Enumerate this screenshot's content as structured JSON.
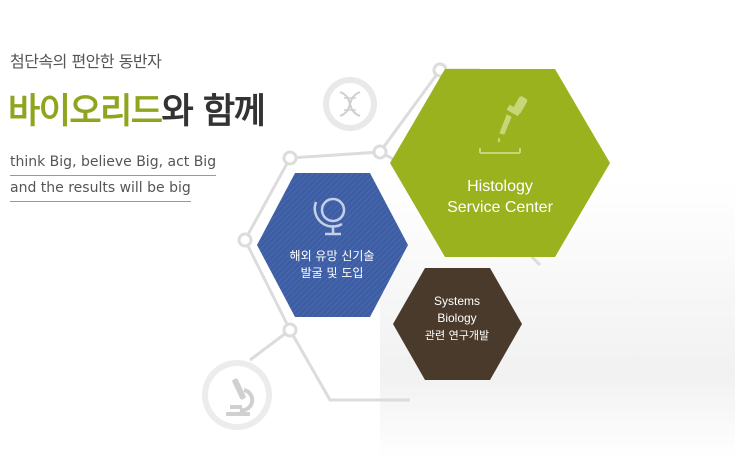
{
  "hero": {
    "subtitle": "첨단속의 편안한 동반자",
    "title_brand": "바이오리드",
    "title_rest": "와 함께",
    "tagline_line1": "think Big, believe Big, act Big",
    "tagline_line2": "and the results will be big"
  },
  "hexagons": {
    "histology": {
      "line1": "Histology",
      "line2": "Service Center",
      "icon": "pipette-icon",
      "color": "#9ab21e"
    },
    "overseas": {
      "line1": "해외 유망 신기술",
      "line2": "발굴 및 도입",
      "icon": "globe-icon",
      "color": "#3d5ea4"
    },
    "systems": {
      "line1": "Systems",
      "line2": "Biology",
      "line3": "관련 연구개발",
      "color": "#4a3a2c"
    }
  },
  "decor_icons": [
    "dna-icon",
    "microscope-icon"
  ],
  "colors": {
    "brand_green": "#8fa51d",
    "text_dark": "#333333",
    "line_gray": "#dcdcdc"
  }
}
